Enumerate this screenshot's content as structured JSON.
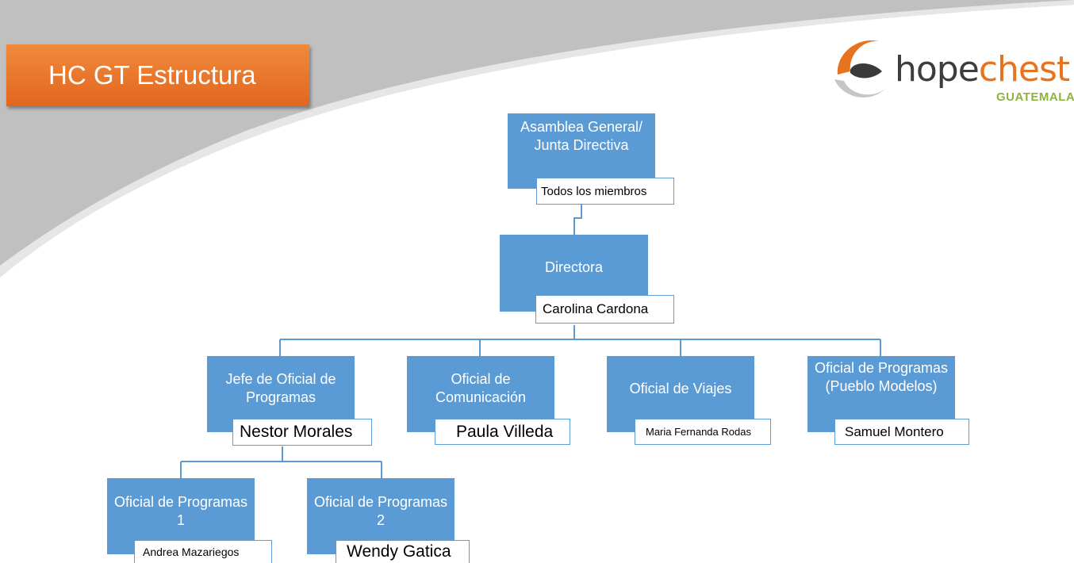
{
  "title": "HC GT Estructura",
  "logo": {
    "hope": "hope",
    "chest": "chest",
    "country": "GUATEMALA"
  },
  "colors": {
    "node": "#5b9bd5",
    "banner": "#ec7623",
    "logo_orange": "#e8731f",
    "logo_green": "#8cb43e"
  },
  "org": {
    "asamblea": {
      "title": "Asamblea General/ Junta Directiva",
      "person": "Todos los miembros"
    },
    "directora": {
      "title": "Directora",
      "person": "Carolina Cardona"
    },
    "jefe": {
      "title": "Jefe de Oficial de Programas",
      "person": "Nestor Morales"
    },
    "comunicacion": {
      "title": "Oficial de Comunicación",
      "person": "Paula Villeda"
    },
    "viajes": {
      "title": "Oficial de Viajes",
      "person": "Maria Fernanda Rodas"
    },
    "pueblo": {
      "title": "Oficial de Programas (Pueblo Modelos)",
      "person": "Samuel Montero"
    },
    "programas1": {
      "title": "Oficial de Programas 1",
      "person": "Andrea Mazariegos"
    },
    "programas2": {
      "title": "Oficial de Programas 2",
      "person": "Wendy Gatica"
    }
  }
}
